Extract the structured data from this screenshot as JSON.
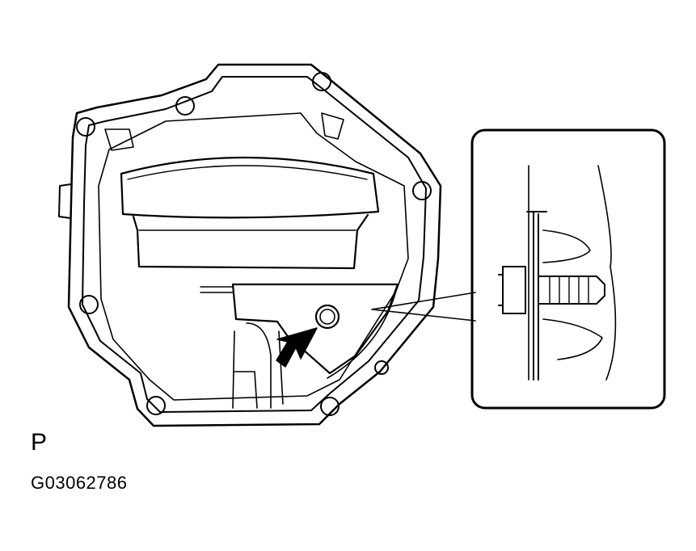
{
  "view_label": "P",
  "figure_code": "G03062786",
  "colors": {
    "line": "#000000",
    "background": "#ffffff"
  },
  "parts": {
    "housing": "case-cover-outline",
    "callout": "bolt-detail-inset",
    "pointer": "arrow-icon"
  }
}
